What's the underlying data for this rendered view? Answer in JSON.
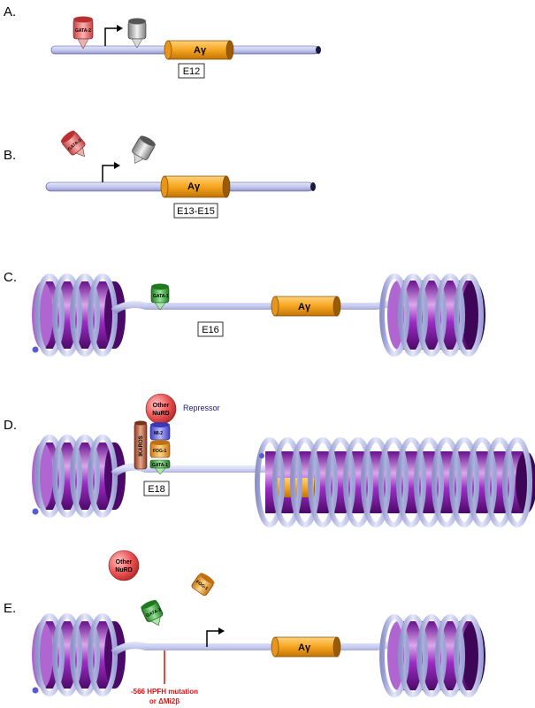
{
  "panels": {
    "a": {
      "label": "A.",
      "stage": "E12",
      "gene": "Aγ",
      "factor": "GATA-2"
    },
    "b": {
      "label": "B.",
      "stage": "E13-E15",
      "gene": "Aγ",
      "factor": "GATA-2"
    },
    "c": {
      "label": "C.",
      "stage": "E16",
      "gene": "Aγ",
      "factor": "GATA-1"
    },
    "d": {
      "label": "D.",
      "stage": "E18",
      "ball": [
        "Other",
        "NuRD"
      ],
      "repressor": "Repressor",
      "ikaros": "IKAROS",
      "mi2": "MI-2",
      "fog": "FOG-1",
      "gata": "GATA-1"
    },
    "e": {
      "label": "E.",
      "gene": "Aγ",
      "ball": [
        "Other",
        "NuRD"
      ],
      "fog": "FOG-1",
      "gata": "GATA-1",
      "mutation": [
        "-566 HPFH mutation",
        "or ΔMi2β"
      ]
    }
  },
  "colors": {
    "dna_tube": "#c9cdf0",
    "gene_orange": "#f6a51f",
    "chromatin_purple": "#8a1fae",
    "gata2_red": "#e86a6a",
    "gata1_green": "#3ca83c",
    "nurd_red": "#e85050",
    "mi2_blue": "#6a6ae6",
    "fog_orange": "#f0a030",
    "ikaros_red": "#b65a3a",
    "mutation_red": "#d11111"
  }
}
